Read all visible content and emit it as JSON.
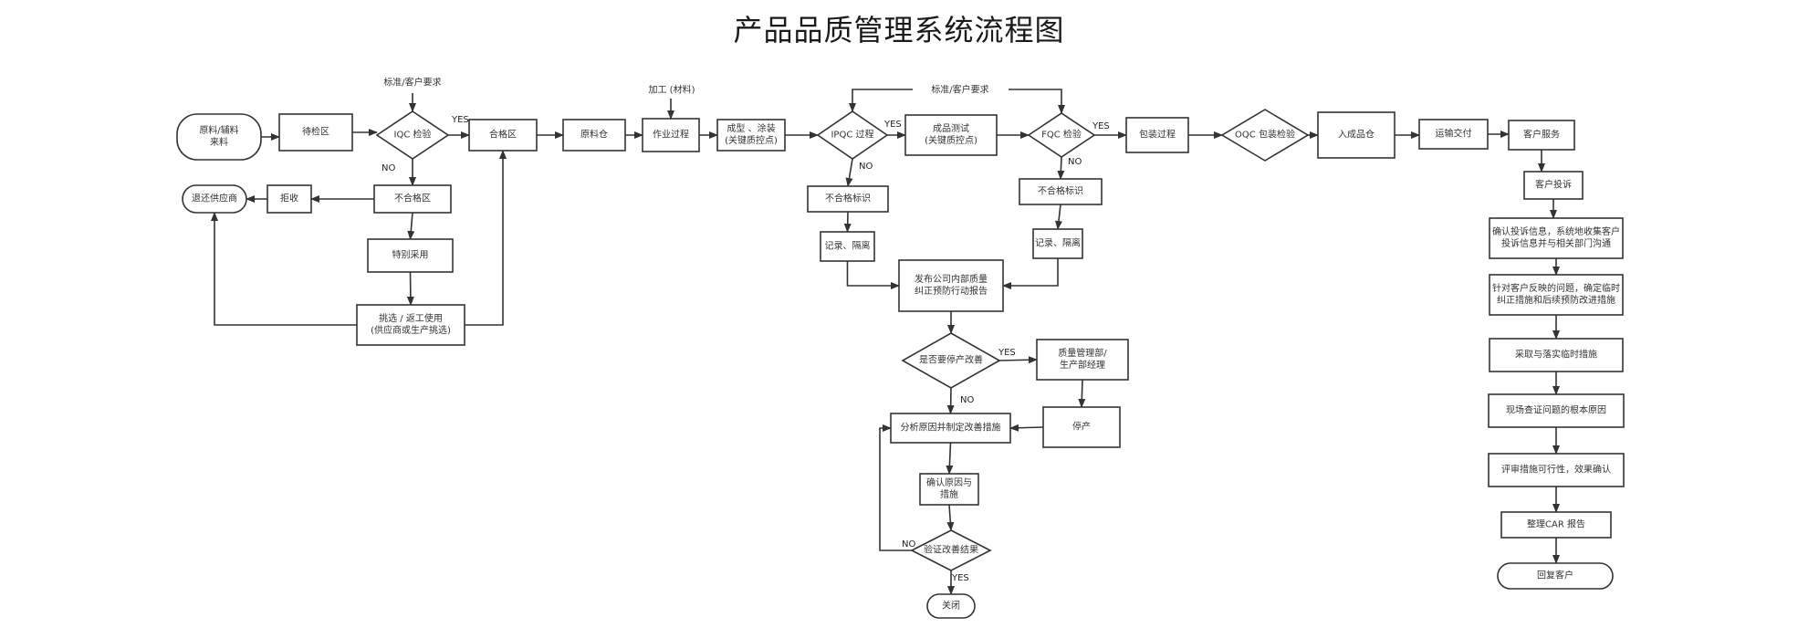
{
  "title": "产品品质管理系统流程图",
  "nodes": {
    "raw_material": {
      "shape": "terminal",
      "lines": [
        "原料/辅料",
        "来料"
      ]
    },
    "pending_inspection": {
      "shape": "process",
      "lines": [
        "待检区"
      ]
    },
    "iqc": {
      "shape": "decision",
      "lines": [
        "IQC 检验"
      ]
    },
    "qualified_area": {
      "shape": "process",
      "lines": [
        "合格区"
      ]
    },
    "raw_warehouse": {
      "shape": "process",
      "lines": [
        "原料仓"
      ]
    },
    "work_process": {
      "shape": "process",
      "lines": [
        "作业过程"
      ]
    },
    "forming": {
      "shape": "process",
      "lines": [
        "成型 、涂装",
        "(关键质控点)"
      ]
    },
    "ipqc": {
      "shape": "decision",
      "lines": [
        "IPQC 过程"
      ]
    },
    "product_test": {
      "shape": "process",
      "lines": [
        "成品测试",
        "(关键质控点)"
      ]
    },
    "fqc": {
      "shape": "decision",
      "lines": [
        "FQC 检验"
      ]
    },
    "packaging": {
      "shape": "process",
      "lines": [
        "包装过程"
      ]
    },
    "oqc": {
      "shape": "decision",
      "lines": [
        "OQC 包装检验"
      ]
    },
    "finished_warehouse": {
      "shape": "process",
      "lines": [
        "入成品仓"
      ]
    },
    "delivery": {
      "shape": "process",
      "lines": [
        "运输交付"
      ]
    },
    "customer_service": {
      "shape": "process",
      "lines": [
        "客户服务"
      ]
    },
    "unqualified_area": {
      "shape": "process",
      "lines": [
        "不合格区"
      ]
    },
    "reject": {
      "shape": "process",
      "lines": [
        "拒收"
      ]
    },
    "return_supplier": {
      "shape": "terminal",
      "lines": [
        "退还供应商"
      ]
    },
    "special_use": {
      "shape": "process",
      "lines": [
        "特别采用"
      ]
    },
    "sort_rework": {
      "shape": "process",
      "lines": [
        "挑选 / 返工使用",
        "(供应商或生产挑选)"
      ]
    },
    "ipqc_nonconform": {
      "shape": "process",
      "lines": [
        "不合格标识"
      ]
    },
    "ipqc_record": {
      "shape": "process",
      "lines": [
        "记录、隔离"
      ]
    },
    "fqc_nonconform": {
      "shape": "process",
      "lines": [
        "不合格标识"
      ]
    },
    "fqc_record": {
      "shape": "process",
      "lines": [
        "记录、隔离"
      ]
    },
    "internal_report": {
      "shape": "process",
      "lines": [
        "发布公司内部质量",
        "纠正预防行动报告"
      ]
    },
    "stop_decision": {
      "shape": "decision",
      "lines": [
        "是否要停产改善"
      ]
    },
    "qm_manager": {
      "shape": "process",
      "lines": [
        "质量管理部/",
        "生产部经理"
      ]
    },
    "stop_production": {
      "shape": "process",
      "lines": [
        "停产"
      ]
    },
    "analyze": {
      "shape": "process",
      "lines": [
        "分析原因并制定改善措施"
      ]
    },
    "confirm_cause": {
      "shape": "process",
      "lines": [
        "确认原因与",
        "措施"
      ]
    },
    "verify": {
      "shape": "decision",
      "lines": [
        "验证改善结果"
      ]
    },
    "close": {
      "shape": "terminal",
      "lines": [
        "关闭"
      ]
    },
    "complaint": {
      "shape": "process",
      "lines": [
        "客户投诉"
      ]
    },
    "confirm_complaint": {
      "shape": "process",
      "lines": [
        "确认投诉信息，系统地收集客户",
        "投诉信息并与相关部门沟通"
      ]
    },
    "temp_measures": {
      "shape": "process",
      "lines": [
        "针对客户反映的问题，确定临时",
        "纠正措施和后续预防改进措施"
      ]
    },
    "implement": {
      "shape": "process",
      "lines": [
        "采取与落实临时措施"
      ]
    },
    "root_cause": {
      "shape": "process",
      "lines": [
        "现场查证问题的根本原因"
      ]
    },
    "review": {
      "shape": "process",
      "lines": [
        "评审措施可行性，效果确认"
      ]
    },
    "car_report": {
      "shape": "process",
      "lines": [
        "整理CAR 报告"
      ]
    },
    "reply_customer": {
      "shape": "terminal",
      "lines": [
        "回复客户"
      ]
    }
  },
  "annotations": {
    "iqc_input": "标准/客户要求",
    "process_input": "加工 (材料)",
    "ipqc_fqc_input": "标准/客户要求"
  },
  "edge_labels": {
    "iqc_yes": "YES",
    "iqc_no": "NO",
    "ipqc_yes": "YES",
    "ipqc_no": "NO",
    "fqc_yes": "YES",
    "fqc_no": "NO",
    "stop_yes": "YES",
    "stop_no": "NO",
    "verify_no": "NO",
    "verify_yes": "YES"
  }
}
